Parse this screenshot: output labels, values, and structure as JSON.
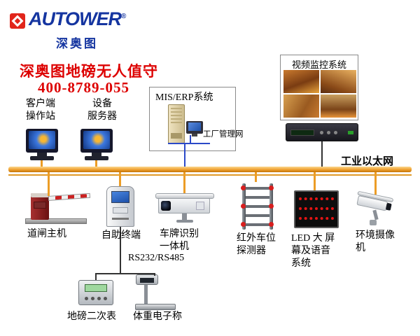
{
  "logo": {
    "brand": "AUTOWER",
    "reg": "®",
    "sub": "深奥图"
  },
  "header": {
    "title": "深奥图地磅无人值守",
    "phone": "400-8789-055"
  },
  "nodes": {
    "client": {
      "label": "客户端\n操作站"
    },
    "server": {
      "label": "设备\n服务器"
    },
    "mis": {
      "title": "MIS/ERP系统",
      "net": "工厂管理网"
    },
    "video": {
      "title": "视频监控系统"
    },
    "ethernet": {
      "label": "工业以太网"
    },
    "barrier": {
      "label": "道闸主机"
    },
    "kiosk": {
      "label": "自助终端"
    },
    "lpr": {
      "label": "车牌识别\n一体机"
    },
    "infrared": {
      "label": "红外车位\n探测器"
    },
    "led": {
      "label": "LED 大 屏\n幕及语音\n系统"
    },
    "envcam": {
      "label": "环境摄像\n机"
    },
    "serial": {
      "label": "RS232/RS485"
    },
    "indicator": {
      "label": "地磅二次表"
    },
    "scale": {
      "label": "体重电子称"
    }
  },
  "colors": {
    "title_red": "#dd0000",
    "brand_blue": "#1535a0",
    "bus_orange": "#ef9f2e",
    "led_red": "#e41414"
  }
}
